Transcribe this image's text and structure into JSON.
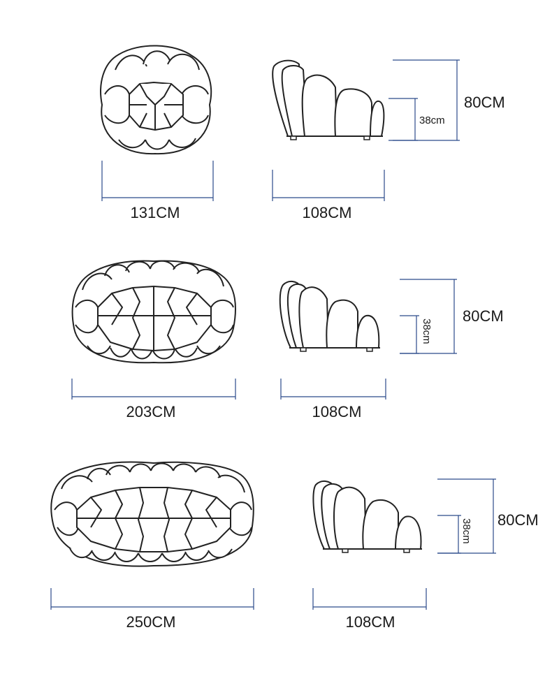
{
  "rows": [
    {
      "width": "131CM",
      "depth": "108CM",
      "height": "80CM",
      "seat": "38cm"
    },
    {
      "width": "203CM",
      "depth": "108CM",
      "height": "80CM",
      "seat": "38cm"
    },
    {
      "width": "250CM",
      "depth": "108CM",
      "height": "80CM",
      "seat": "38cm"
    }
  ]
}
